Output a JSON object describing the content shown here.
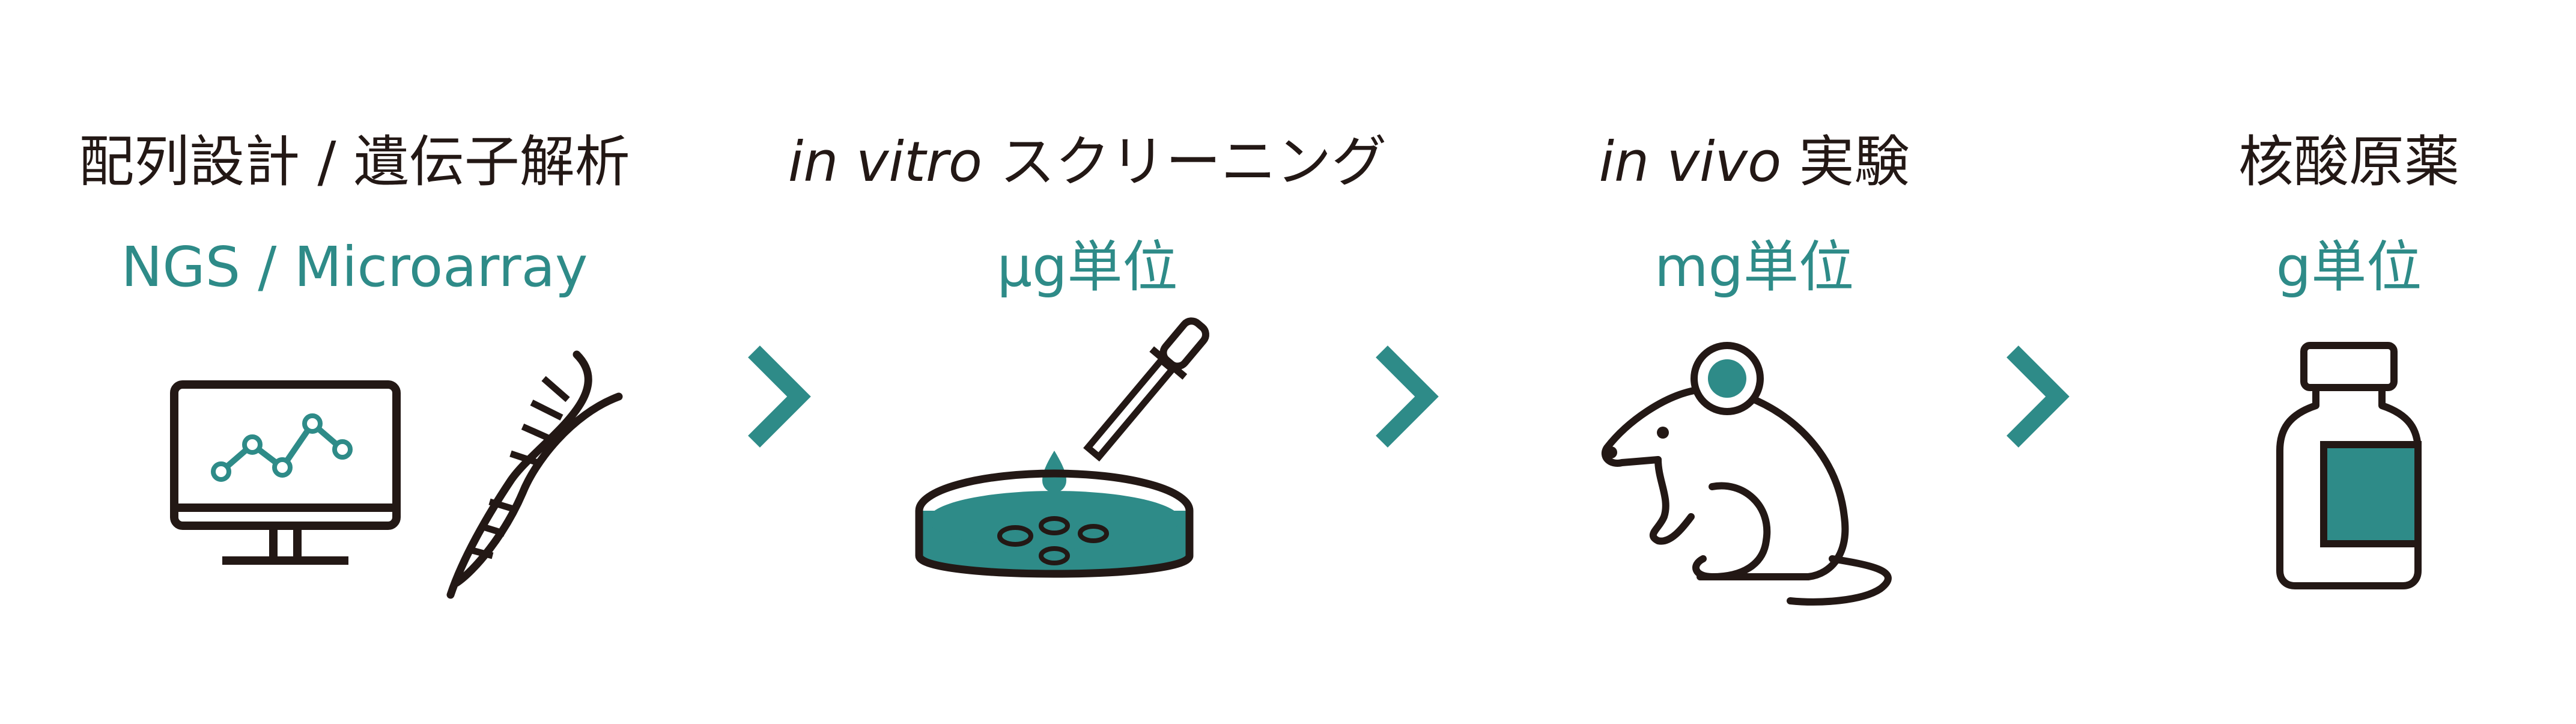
{
  "colors": {
    "accent": "#2e8b88",
    "ink": "#231815",
    "background": "#ffffff"
  },
  "steps": [
    {
      "title": "配列設計 / 遺伝子解析",
      "subtitle": "NGS / Microarray",
      "icons": [
        "monitor-chart-icon",
        "dna-icon"
      ]
    },
    {
      "title_italic": "in vitro",
      "title_rest": " スクリーニング",
      "subtitle": "µg単位",
      "icons": [
        "pipette-petri-dish-icon"
      ]
    },
    {
      "title_italic": "in vivo",
      "title_rest": " 実験",
      "subtitle": "mg単位",
      "icons": [
        "mouse-icon"
      ]
    },
    {
      "title": "核酸原薬",
      "subtitle": "g単位",
      "icons": [
        "bottle-icon"
      ]
    }
  ],
  "connectors": [
    "chevron-right-icon",
    "chevron-right-icon",
    "chevron-right-icon"
  ]
}
